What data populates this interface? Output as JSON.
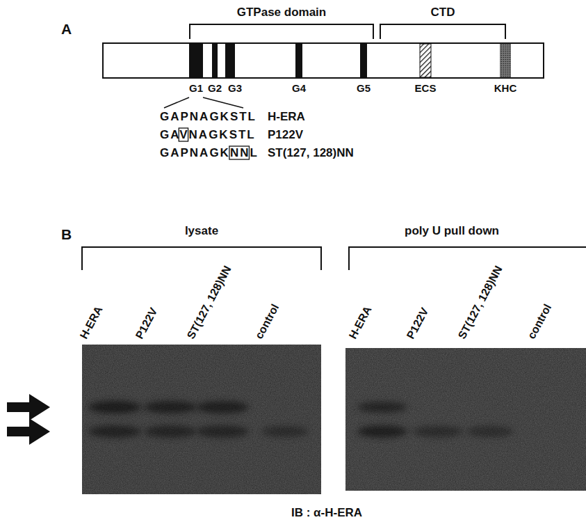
{
  "diagram": {
    "labels": [
      "A",
      "GTPase domain",
      "CTD",
      "G1",
      "G2",
      "G3",
      "G4",
      "G5",
      "ECS",
      "KHC",
      "GAPNAGKSTL",
      "H-ERA",
      "GAVNAGKSTL",
      "P122V",
      "GAPNAGKNNL",
      "ST(127, 128)NN",
      "B",
      "lysate",
      "poly U pull down",
      "H-ERA",
      "P122V",
      "ST(127, 128)NN",
      "control",
      "H-ERA",
      "P122V",
      "ST(127, 128)NN",
      "control",
      "IB : α-H-ERA"
    ]
  }
}
